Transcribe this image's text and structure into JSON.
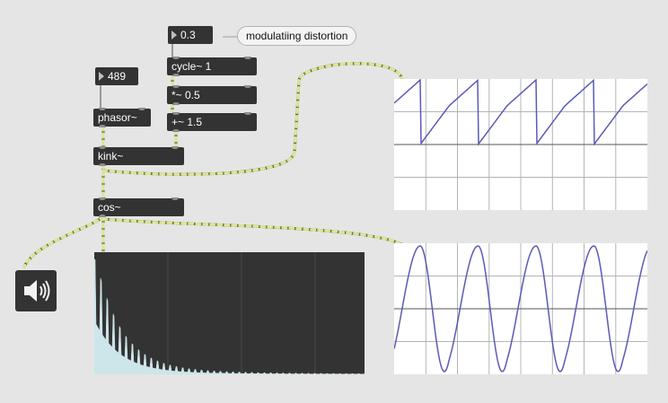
{
  "number_boxes": {
    "depth": "0.3",
    "freq": "489"
  },
  "comment": "modulatiing distortion",
  "objects": {
    "cycle": "cycle~ 1",
    "mul": "*~ 0.5",
    "add": "+~ 1.5",
    "phasor": "phasor~",
    "kink": "kink~",
    "cos": "cos~"
  },
  "icons": {
    "speaker": "speaker-icon"
  },
  "colors": {
    "canvas": "#e5e5e5",
    "object": "#333333",
    "signal_cable": "#596b1f",
    "signal_dash": "#dfe39a",
    "waveform": "#5a5ab8",
    "spectrum": "#cde6ea"
  }
}
